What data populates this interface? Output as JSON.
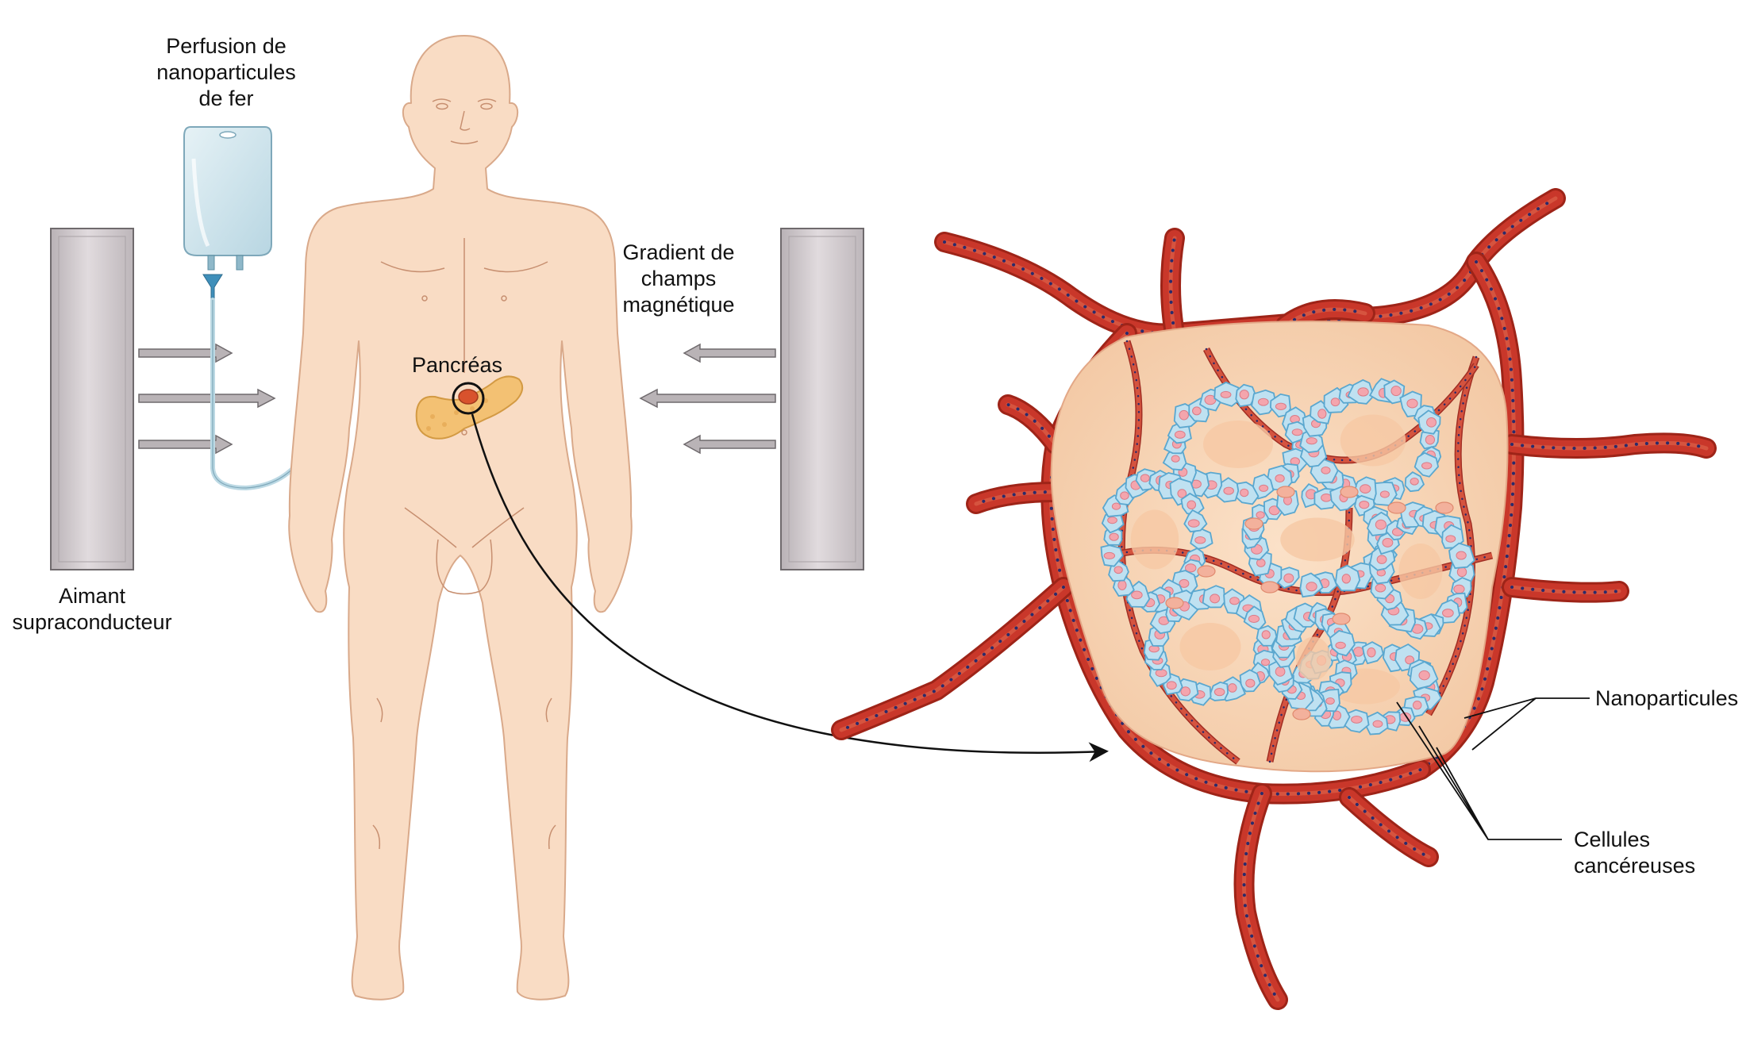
{
  "labels": {
    "infusion": [
      "Perfusion de",
      "nanoparticules",
      "de fer"
    ],
    "magnet": [
      "Aimant",
      "supraconducteur"
    ],
    "gradient": [
      "Gradient de",
      "champs",
      "magnétique"
    ],
    "pancreas": "Pancréas",
    "nanoparticles": "Nanoparticules",
    "cancer_cells": [
      "Cellules",
      "cancéreuses"
    ]
  },
  "colors": {
    "skin": "#f9dcc4",
    "skin_line": "#d9a98a",
    "magnet": "#d4cdd0",
    "vessel": "#c9372a",
    "vessel_dark": "#9e2418",
    "nanoparticle": "#2b2a6a",
    "cell_fill": "#bfe1f1",
    "cell_edge": "#5aa7cf",
    "nucleus": "#f4a5ad",
    "tumor_tissue": "#f7d2b3",
    "pancreas": "#f3c173"
  }
}
